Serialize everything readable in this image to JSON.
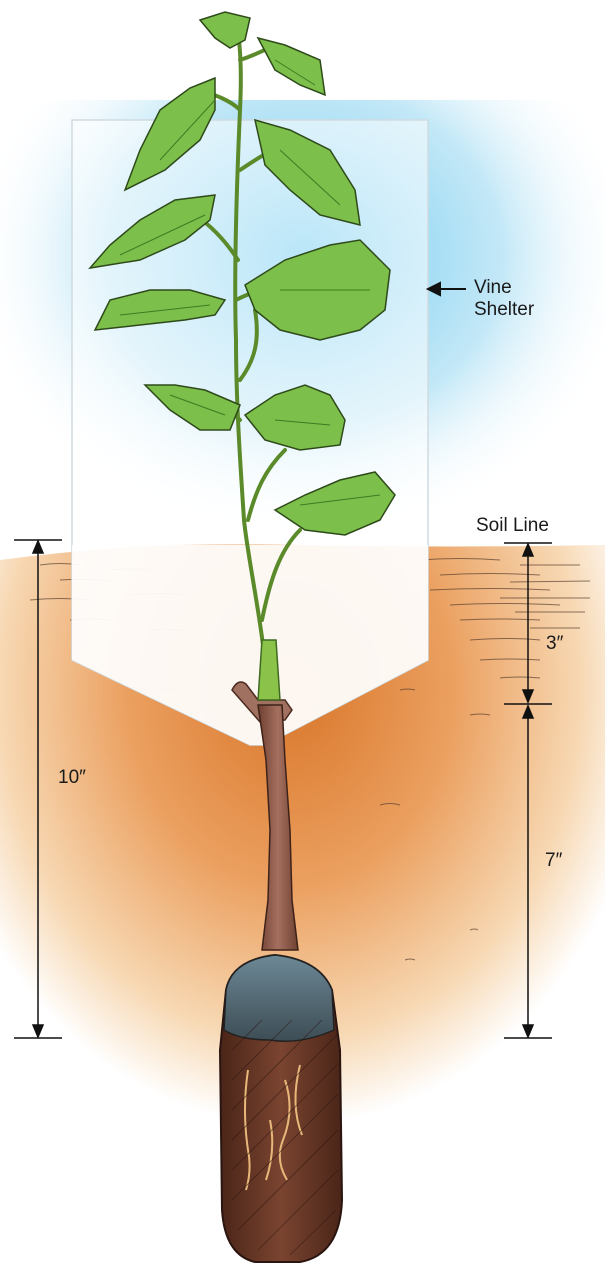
{
  "labels": {
    "vine_shelter": "Vine\nShelter",
    "soil_line": "Soil Line",
    "depth_total": "10″",
    "depth_above": "3″",
    "depth_below": "7″"
  },
  "colors": {
    "sky": "#7fd0f0",
    "soil_light": "#f3c78f",
    "soil_dark": "#d9802f",
    "leaf": "#7cbf4a",
    "leaf_dark": "#3f7a22",
    "stem": "#8c5a45",
    "root_ball": "#6b3a2a",
    "root_ball_top": "#5a6f7a",
    "shelter": "#ffffff"
  }
}
